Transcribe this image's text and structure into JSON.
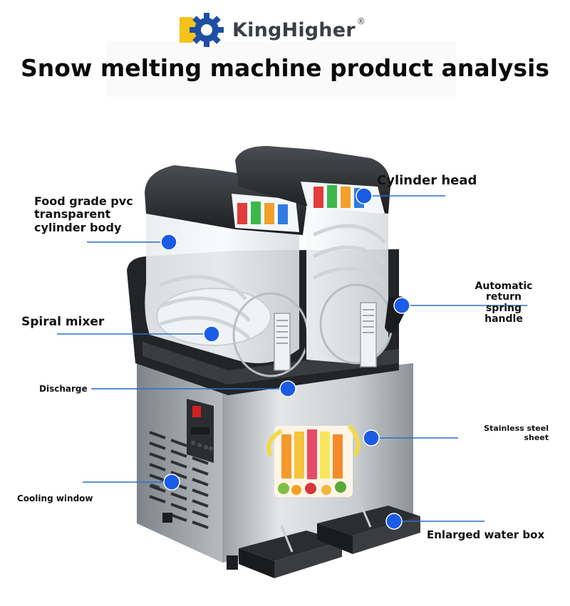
{
  "brand": {
    "name": "KingHigher",
    "registered_mark": "®",
    "logo_colors": {
      "yellow": "#f5c21a",
      "blue": "#1e4fa3"
    }
  },
  "title": "Snow melting machine product analysis",
  "callouts": {
    "cylinder_body": "Food grade pvc\ntransparent\ncylinder body",
    "cylinder_head": "Cylinder head",
    "spiral_mixer": "Spiral mixer",
    "return_handle": "Automatic\nreturn\nspring\nhandle",
    "discharge": "Discharge",
    "stainless": "Stainless steel\nsheet",
    "cooling_window": "Cooling window",
    "water_box": "Enlarged water box"
  },
  "colors": {
    "marker": "#1a5ce6",
    "leader": "#2a6fd0"
  }
}
